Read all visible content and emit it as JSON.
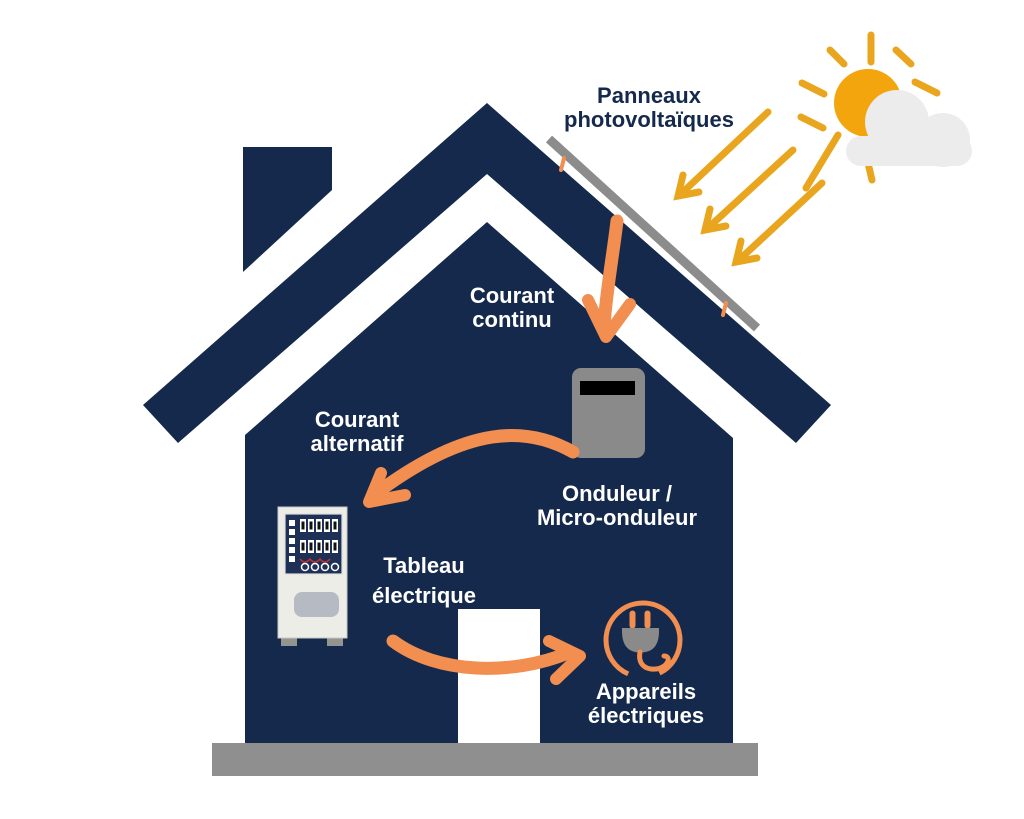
{
  "diagram": {
    "labels": {
      "panels": [
        "Panneaux",
        "photovoltaïques"
      ],
      "dc": [
        "Courant",
        "continu"
      ],
      "ac": [
        "Courant",
        "alternatif"
      ],
      "inverter": [
        "Onduleur /",
        "Micro-onduleur"
      ],
      "board": [
        "Tableau",
        "électrique"
      ],
      "appliances": [
        "Appareils",
        "électriques"
      ]
    },
    "icons": [
      "sun-icon",
      "cloud-icon",
      "solar-panel-icon",
      "dc-arrow-icon",
      "ac-arrow-icon",
      "appliances-arrow-icon",
      "sunray-arrow-icon",
      "inverter-icon",
      "electrical-panel-icon",
      "plug-icon",
      "house-icon",
      "chimney-icon",
      "door-icon",
      "ground-icon"
    ],
    "colors": {
      "navy": "#14294C",
      "orange": "#F28E50",
      "yellow": "#E9A51E",
      "sun": "#F2A50D",
      "cloud": "#ECECEC",
      "device_gray": "#8A8A8A",
      "panel_gray": "#8C8C8C",
      "ground_gray": "#8F8F8F",
      "board_body": "#EDEDE7",
      "board_handle": "#B6BBC3"
    }
  }
}
